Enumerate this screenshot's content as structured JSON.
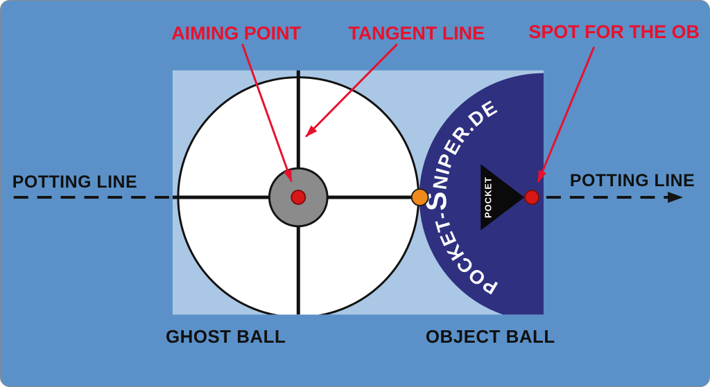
{
  "colors": {
    "background": "#5b91c8",
    "panel": "#aac8e5",
    "ghost_ball": "#ffffff",
    "object_ball": "#2f3080",
    "hub_gray": "#8b8b8b",
    "accent_red": "#e8112d",
    "dot_red": "#d91717",
    "dot_orange": "#f08a1c",
    "line_black": "#141414",
    "brand_white": "#ffffff"
  },
  "annotations": {
    "aiming_point": "AIMING POINT",
    "tangent_line": "TANGENT LINE",
    "spot_for_ob": "SPOT FOR THE OB"
  },
  "potting_line": {
    "left_label": "POTTING LINE",
    "right_label": "POTTING LINE"
  },
  "balls": {
    "ghost_label": "GHOST BALL",
    "object_label": "OBJECT BALL"
  },
  "pocket_marker": {
    "label": "POCKET"
  },
  "brand": {
    "prefix": "POCKET-",
    "cap": "S",
    "suffix": "NIPER.DE"
  }
}
